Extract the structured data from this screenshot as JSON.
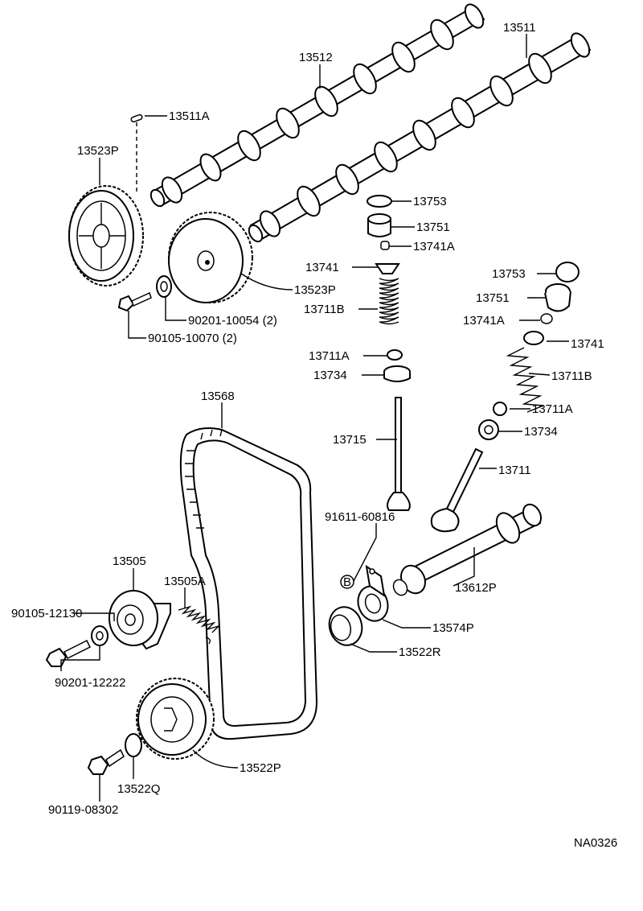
{
  "labels": {
    "p13512": "13512",
    "p13511": "13511",
    "p13511A": "13511A",
    "p13523P_left": "13523P",
    "p13523P_right": "13523P",
    "p13753_a": "13753",
    "p13751_a": "13751",
    "p13741A_a": "13741A",
    "p13741_a": "13741",
    "p13711B_a": "13711B",
    "p13711A_a": "13711A",
    "p13734_a": "13734",
    "p90201_10054": "90201-10054 (2)",
    "p90105_10070": "90105-10070 (2)",
    "p13753_b": "13753",
    "p13751_b": "13751",
    "p13741A_b": "13741A",
    "p13741_b": "13741",
    "p13711B_b": "13711B",
    "p13711A_b": "13711A",
    "p13734_b": "13734",
    "p13568": "13568",
    "p13715": "13715",
    "p13711": "13711",
    "p91611_60816": "91611-60816",
    "p13505": "13505",
    "p13505A": "13505A",
    "p90105_12130": "90105-12130",
    "p90201_12222": "90201-12222",
    "p13612P": "13612P",
    "p13574P": "13574P",
    "p13522R": "13522R",
    "p13522P": "13522P",
    "p13522Q": "13522Q",
    "p90119_08302": "90119-08302",
    "callout_B": "B",
    "drawing_code": "NA0326"
  }
}
